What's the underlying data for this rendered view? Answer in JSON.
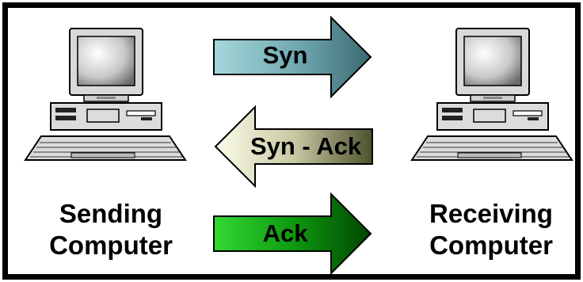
{
  "arrows": {
    "syn": {
      "label": "Syn",
      "direction": "right"
    },
    "syn_ack": {
      "label": "Syn - Ack",
      "direction": "left"
    },
    "ack": {
      "label": "Ack",
      "direction": "right"
    }
  },
  "sender": {
    "line1": "Sending",
    "line2": "Computer"
  },
  "receiver": {
    "line1": "Receiving",
    "line2": "Computer"
  },
  "colors": {
    "syn_gradient": [
      "#9fd4d8",
      "#3f6f78"
    ],
    "syn_ack_gradient": [
      "#fbfce6",
      "#4b4f2a"
    ],
    "ack_gradient": [
      "#2fd32f",
      "#004a00"
    ]
  },
  "icons": [
    "computer-icon",
    "computer-icon"
  ]
}
